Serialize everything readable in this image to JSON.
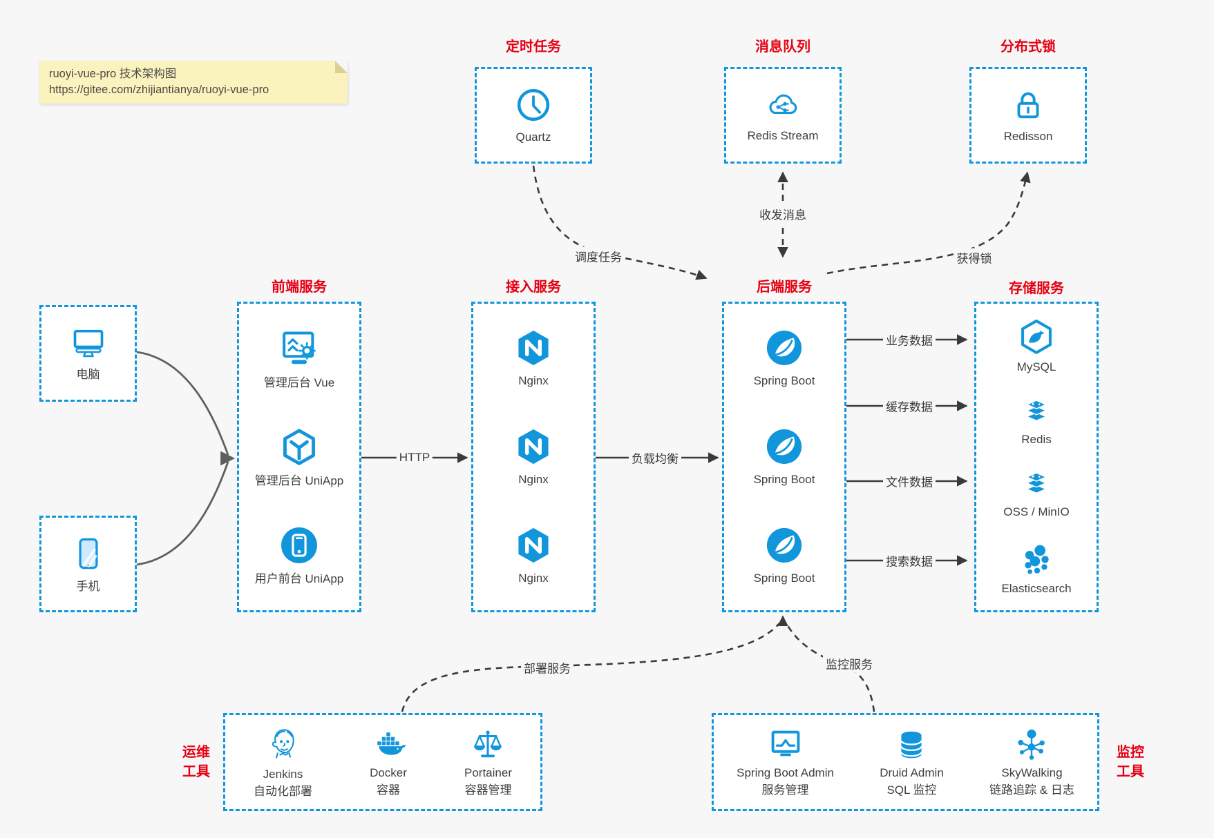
{
  "colors": {
    "accent": "#1296db",
    "title_red": "#e60012",
    "note_bg": "#fbf3bd",
    "line_dark": "#3a3a3a",
    "line_gray": "#5f5f5f",
    "page_bg": "#f7f7f8"
  },
  "note": {
    "line1": "ruoyi-vue-pro 技术架构图",
    "line2": "https://gitee.com/zhijiantianya/ruoyi-vue-pro"
  },
  "sections": {
    "scheduler": {
      "title": "定时任务",
      "item": {
        "label": "Quartz",
        "icon": "clock-icon"
      }
    },
    "mq": {
      "title": "消息队列",
      "item": {
        "label": "Redis Stream",
        "icon": "cloud-share-icon"
      }
    },
    "lock": {
      "title": "分布式锁",
      "item": {
        "label": "Redisson",
        "icon": "lock-icon"
      }
    },
    "clients": {
      "computer": {
        "label": "电脑",
        "icon": "desktop-icon"
      },
      "mobile": {
        "label": "手机",
        "icon": "phone-icon"
      }
    },
    "frontend": {
      "title": "前端服务",
      "items": [
        {
          "label": "管理后台 Vue",
          "icon": "admin-vue-icon"
        },
        {
          "label": "管理后台 UniApp",
          "icon": "cube-icon"
        },
        {
          "label": "用户前台 UniApp",
          "icon": "mobile-app-icon"
        }
      ]
    },
    "gateway": {
      "title": "接入服务",
      "items": [
        {
          "label": "Nginx",
          "icon": "nginx-icon"
        },
        {
          "label": "Nginx",
          "icon": "nginx-icon"
        },
        {
          "label": "Nginx",
          "icon": "nginx-icon"
        }
      ]
    },
    "backend": {
      "title": "后端服务",
      "items": [
        {
          "label": "Spring Boot",
          "icon": "spring-icon"
        },
        {
          "label": "Spring Boot",
          "icon": "spring-icon"
        },
        {
          "label": "Spring Boot",
          "icon": "spring-icon"
        }
      ]
    },
    "storage": {
      "title": "存储服务",
      "items": [
        {
          "label": "MySQL",
          "icon": "mysql-icon"
        },
        {
          "label": "Redis",
          "icon": "redis-stack-icon"
        },
        {
          "label": "OSS / MinIO",
          "icon": "redis-stack-icon"
        },
        {
          "label": "Elasticsearch",
          "icon": "elasticsearch-icon"
        }
      ]
    },
    "ops": {
      "title_line1": "运维",
      "title_line2": "工具",
      "items": [
        {
          "name": "Jenkins",
          "desc": "自动化部署",
          "icon": "jenkins-icon"
        },
        {
          "name": "Docker",
          "desc": "容器",
          "icon": "docker-whale-icon"
        },
        {
          "name": "Portainer",
          "desc": "容器管理",
          "icon": "scales-icon"
        }
      ]
    },
    "monitorTools": {
      "title_line1": "监控",
      "title_line2": "工具",
      "items": [
        {
          "name": "Spring Boot Admin",
          "desc": "服务管理",
          "icon": "monitor-chart-icon"
        },
        {
          "name": "Druid Admin",
          "desc": "SQL 监控",
          "icon": "database-icon"
        },
        {
          "name": "SkyWalking",
          "desc": "链路追踪 & 日志",
          "icon": "topology-icon"
        }
      ]
    }
  },
  "connectors": {
    "http": "HTTP",
    "load_balance": "负载均衡",
    "schedule": "调度任务",
    "messages": "收发消息",
    "acquire_lock": "获得锁",
    "business_data": "业务数据",
    "cache_data": "缓存数据",
    "file_data": "文件数据",
    "search_data": "搜索数据",
    "deploy": "部署服务",
    "monitor": "监控服务"
  }
}
